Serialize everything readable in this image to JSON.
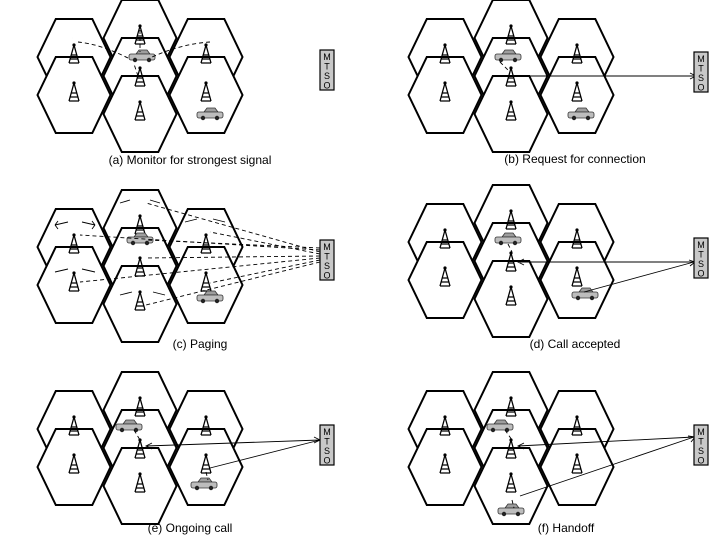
{
  "mtso_letters": [
    "M",
    "T",
    "S",
    "O"
  ],
  "panels": [
    {
      "id": "a",
      "caption": "(a) Monitor for strongest signal"
    },
    {
      "id": "b",
      "caption": "(b) Request for connection"
    },
    {
      "id": "c",
      "caption": "(c) Paging"
    },
    {
      "id": "d",
      "caption": "(d) Call accepted"
    },
    {
      "id": "e",
      "caption": "(e) Ongoing call"
    },
    {
      "id": "f",
      "caption": "(f) Handoff"
    }
  ],
  "colors": {
    "line": "#000000",
    "mtso_fill": "#c8c8c8",
    "car_fill": "#bdbdbd"
  },
  "icons": [
    "cell-tower-icon",
    "car-icon",
    "mtso-switch-icon"
  ]
}
